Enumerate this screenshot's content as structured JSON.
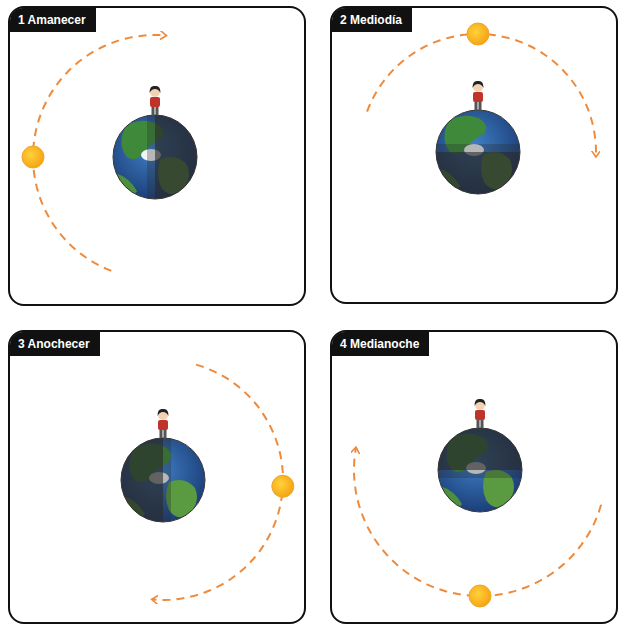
{
  "diagram": {
    "nodes": [
      {
        "text": [
          "1 Amanecer"
        ]
      },
      {
        "text": [
          "2 Mediodía"
        ]
      },
      {
        "text": [
          "3 Anochecer"
        ]
      },
      {
        "text": [
          "4 Medianoche"
        ]
      }
    ]
  }
}
